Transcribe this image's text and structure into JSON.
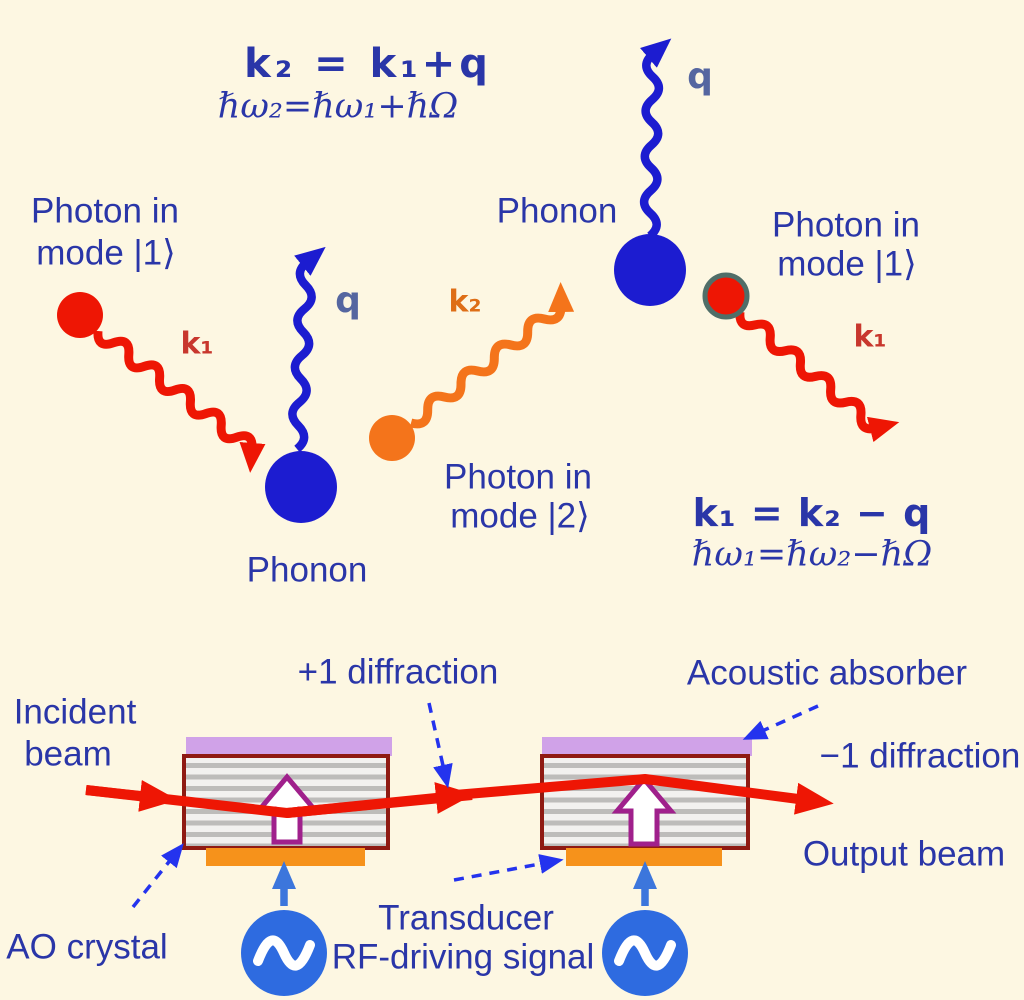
{
  "figure": {
    "panel_a": {
      "stokes_equation": {
        "line1": "k₂ = k₁+q",
        "line2": "ℏω₂=ℏω₁+ℏΩ"
      },
      "anti_stokes_equation": {
        "line1": "k₁ = k₂ − q",
        "line2": "ℏω₁=ℏω₂−ℏΩ"
      },
      "photon_in_left": {
        "line1": "Photon in",
        "line2": "mode |1⟩"
      },
      "photon_in_middle": {
        "line1": "Photon in",
        "line2": "mode |2⟩"
      },
      "photon_in_right": {
        "line1": "Photon in",
        "line2": "mode |1⟩"
      },
      "phonon_left": "Phonon",
      "phonon_right": "Phonon",
      "k1_left": "k₁",
      "k2": "k₂",
      "k1_right": "k₁",
      "q_left": "q",
      "q_right": "q"
    },
    "panel_b": {
      "plus_one_diffraction": "+1 diffraction",
      "acoustic_absorber": "Acoustic absorber",
      "incident_beam": {
        "line1": "Incident",
        "line2": "beam"
      },
      "minus_one_diffraction": "−1 diffraction",
      "output_beam": "Output beam",
      "ao_crystal": "AO crystal",
      "transducer": {
        "line1": "Transducer",
        "line2": "RF-driving signal"
      }
    },
    "colors": {
      "background": "#FDF7E2",
      "label_blue": "#2A36A8",
      "photon_red": "#EE1604",
      "beam_red": "#EE1604",
      "k1_label_red": "#C8372D",
      "photon_orange": "#F4741B",
      "k2_label_orange": "#DE6E16",
      "phonon_blue": "#1C1CD0",
      "q_label_slate": "#5566A0",
      "dashed_arrow_blue": "#2433EE",
      "rf_source_blue": "#2E6BE0",
      "rf_arrow_blue": "#3C76DC",
      "absorber_purple": "#D0A2E8",
      "crystal_border_maroon": "#8F1A12",
      "transducer_orange": "#F6921B",
      "acoustic_arrow_magenta": "#A0208C",
      "red_dot_outline": "#506E68"
    }
  }
}
